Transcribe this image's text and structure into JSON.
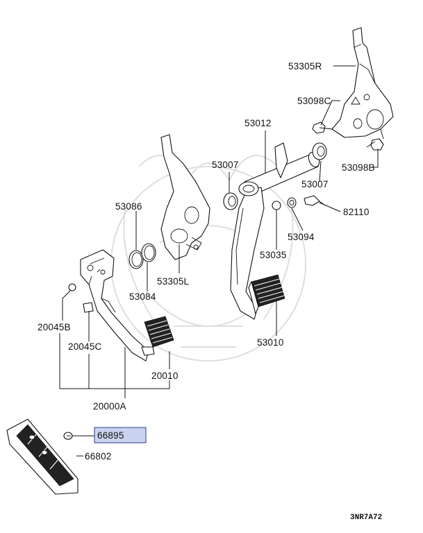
{
  "labels": {
    "p53305R": "53305R",
    "p53098C": "53098C",
    "p53098B": "53098B",
    "p53012": "53012",
    "p53007a": "53007",
    "p53007b": "53007",
    "p82110": "82110",
    "p53094": "53094",
    "p53086": "53086",
    "p53035": "53035",
    "p53305L": "53305L",
    "p53084": "53084",
    "p53010": "53010",
    "p20045B": "20045B",
    "p20045C": "20045C",
    "p20010": "20010",
    "p20000A": "20000A",
    "p66895": "66895",
    "p66802": "66802"
  },
  "diagram_code": "3NR7A72",
  "highlighted_part": "66895",
  "colors": {
    "line": "#111111",
    "highlight_fill": "#c9d3ef",
    "highlight_border": "#2a3d8f",
    "watermark": "#dedede"
  }
}
